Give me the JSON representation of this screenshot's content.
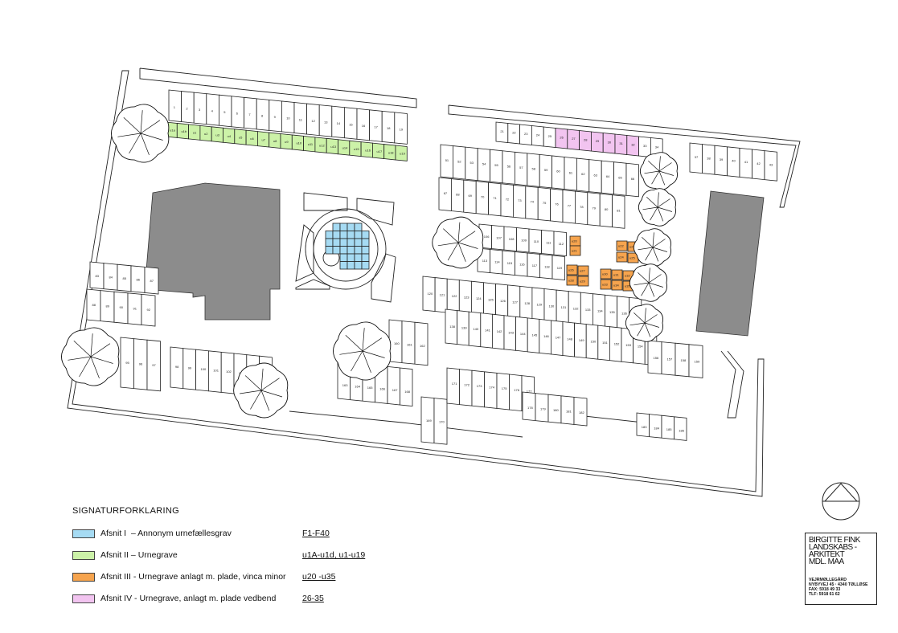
{
  "legend": {
    "title": "SIGNATURFORKLARING",
    "items": [
      {
        "section": "Afsnit I",
        "desc": "Annonym urnefællesgrav",
        "range": "F1-F40",
        "color": "#a6dbf3"
      },
      {
        "section": "Afsnit II",
        "desc": "Urnegrave",
        "range": "u1A-u1d, u1-u19",
        "color": "#ccf2a8"
      },
      {
        "section": "Afsnit III",
        "desc": "Urnegrave anlagt m. plade, vinca minor",
        "range": "u20 -u35",
        "color": "#f6a44e"
      },
      {
        "section": "Afsnit IV",
        "desc": "Urnegrave, anlagt m. plade vedbend",
        "range": "26-35",
        "color": "#f2c4f0"
      }
    ]
  },
  "titleblock": {
    "firm_lines": [
      "BIRGITTE FINK",
      "LANDSKABS -",
      "ARKITEKT",
      "MDL. MAA"
    ],
    "address_lines": [
      "VEJRMØLLEGÅRD",
      "NYBYVEJ 45 · 4340 TØLLØSE",
      "FAX: 5918 49 33",
      "TLF: 5918 61 62"
    ]
  },
  "plan": {
    "row_top": {
      "numbers": [
        "1",
        "2",
        "3",
        "4",
        "5",
        "6",
        "7",
        "8",
        "9",
        "10",
        "11",
        "12",
        "13",
        "14",
        "15",
        "16",
        "17",
        "18",
        "19"
      ]
    },
    "row_green": {
      "numbers": [
        "u1a",
        "u1b",
        "u1",
        "u2",
        "u3",
        "u4",
        "u5",
        "u6",
        "u7",
        "u8",
        "u9",
        "u10",
        "u11",
        "u12",
        "u13",
        "u14",
        "u15",
        "u16",
        "u17",
        "u18",
        "u19"
      ]
    },
    "row_pink": {
      "numbers": [
        "21",
        "22",
        "23",
        "24",
        "25",
        "26",
        "27",
        "28",
        "29",
        "30",
        "31",
        "32",
        "33",
        "34"
      ]
    },
    "row_right": {
      "numbers": [
        "37",
        "38",
        "39",
        "40",
        "41",
        "42",
        "43"
      ]
    },
    "block_a1": {
      "numbers": [
        "51",
        "52",
        "53",
        "54",
        "55",
        "56",
        "57",
        "58",
        "59",
        "60",
        "61",
        "62",
        "63",
        "64",
        "65",
        "66"
      ]
    },
    "block_a2": {
      "numbers": [
        "67",
        "68",
        "69",
        "70",
        "71",
        "72",
        "73",
        "74",
        "75",
        "76",
        "77",
        "78",
        "79",
        "80",
        "81"
      ]
    },
    "block_b1": {
      "numbers": [
        "106",
        "107",
        "108",
        "109",
        "110",
        "111",
        "112"
      ]
    },
    "block_b2": {
      "numbers": [
        "113",
        "114",
        "115",
        "116",
        "117",
        "118",
        "119"
      ]
    },
    "block_c1": {
      "numbers": [
        "120",
        "121",
        "122",
        "123",
        "124",
        "125",
        "126",
        "127",
        "128",
        "129",
        "130",
        "131",
        "132",
        "133",
        "134",
        "135",
        "136",
        "137"
      ]
    },
    "block_c2": {
      "numbers": [
        "138",
        "139",
        "140",
        "141",
        "142",
        "143",
        "144",
        "145",
        "146",
        "147",
        "148",
        "149",
        "150",
        "151",
        "152",
        "153",
        "154",
        "155"
      ]
    },
    "block_left1": {
      "numbers": [
        "83",
        "84",
        "85",
        "86",
        "87"
      ]
    },
    "block_left2": {
      "numbers": [
        "88",
        "89",
        "90",
        "91",
        "92"
      ]
    },
    "block_sw1": {
      "numbers": [
        "95",
        "96",
        "97"
      ]
    },
    "block_sw2": {
      "numbers": [
        "98",
        "99",
        "100",
        "101",
        "102",
        "103",
        "104",
        "105"
      ]
    },
    "block_mid": {
      "numbers": [
        "160",
        "161",
        "162",
        "163",
        "164",
        "165",
        "166",
        "167",
        "168"
      ]
    },
    "block_s1": {
      "numbers": [
        "169",
        "170",
        "171",
        "172",
        "173",
        "174",
        "175",
        "176",
        "177"
      ]
    },
    "block_s2": {
      "numbers": [
        "178",
        "179",
        "180",
        "181",
        "182"
      ]
    },
    "block_se": {
      "numbers": [
        "183",
        "184",
        "185",
        "186"
      ]
    },
    "block_e": {
      "numbers": [
        "156",
        "157",
        "158",
        "159"
      ]
    },
    "orange_numbers": [
      "u20",
      "u21",
      "u22",
      "u23",
      "u24",
      "u25",
      "u26",
      "u27",
      "u28",
      "u29",
      "u30",
      "u31",
      "u32",
      "u33",
      "u34",
      "u35"
    ],
    "blue_count": 40
  }
}
